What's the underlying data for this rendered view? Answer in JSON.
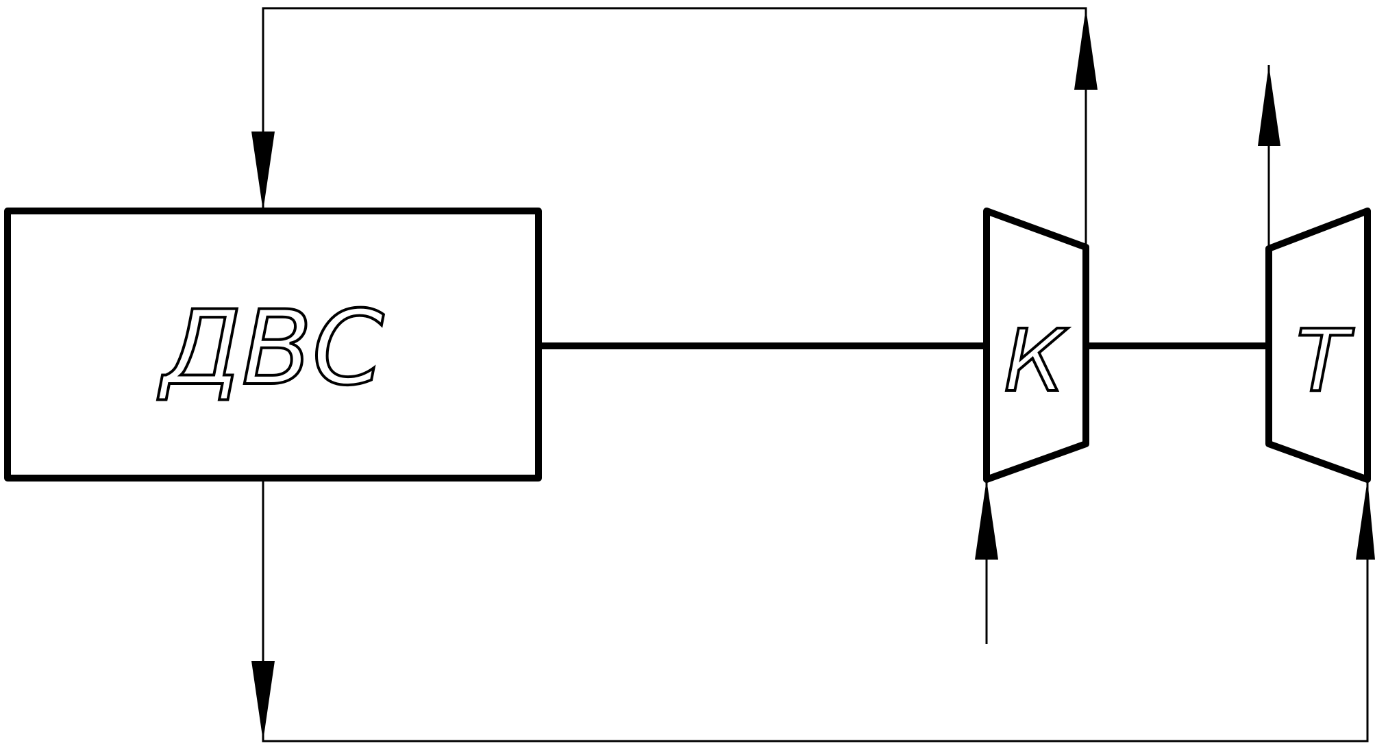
{
  "diagram": {
    "engine_label": "ДВС",
    "compressor_label": "К",
    "turbine_label": "Т"
  }
}
